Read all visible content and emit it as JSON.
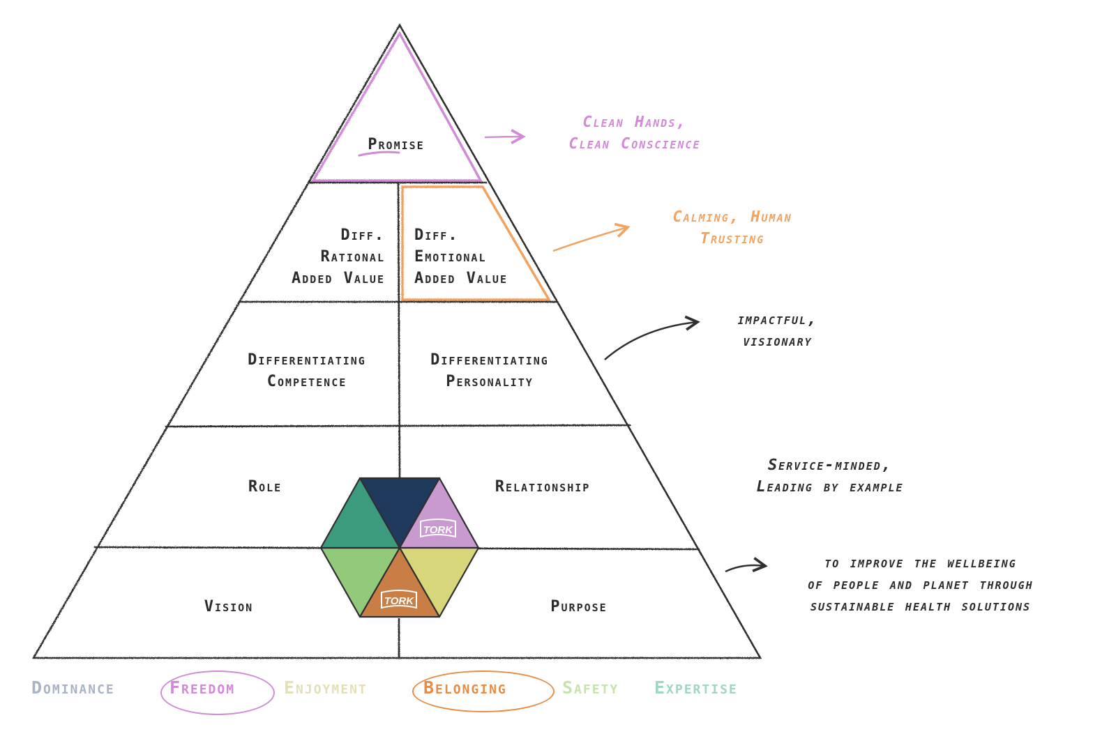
{
  "colors": {
    "line": "#2f2f2f",
    "promise": "#d08ad6",
    "emotional": "#f2a261",
    "dominance": "#a9b3c4",
    "freedom": "#d08ad6",
    "enjoyment": "#ece9c8",
    "belonging": "#e78c46",
    "safety": "#cfe6b4",
    "expertise": "#a9d9cd",
    "hex_navy": "#1f3a5c",
    "hex_pink": "#c99ad0",
    "hex_teal": "#3c9a7e",
    "hex_green": "#92c97a",
    "hex_yellow": "#d8d67a",
    "hex_orange": "#c97e45"
  },
  "pyramid": {
    "promise": "Promise",
    "rational": [
      "Diff.",
      "Rational",
      "Added Value"
    ],
    "emotional": [
      "Diff.",
      "Emotional",
      "Added Value"
    ],
    "competence": [
      "Differentiating",
      "Competence"
    ],
    "personality": [
      "Differentiating",
      "Personality"
    ],
    "role": "Role",
    "relationship": "Relationship",
    "vision": "Vision",
    "purpose": "Purpose"
  },
  "logo": {
    "top": "TORK",
    "bottom": "TORK"
  },
  "annotations": {
    "promise": [
      "Clean Hands,",
      "Clean Conscience"
    ],
    "emotional": [
      "Calming, Human",
      "Trusting"
    ],
    "personality": [
      "impactful,",
      "visionary"
    ],
    "relationship": [
      "Service-minded,",
      "Leading by example"
    ],
    "purpose": [
      "to improve the wellbeing",
      "of people and planet through",
      "sustainable health solutions"
    ]
  },
  "legend": {
    "dominance": "Dominance",
    "freedom": "Freedom",
    "enjoyment": "Enjoyment",
    "belonging": "Belonging",
    "safety": "Safety",
    "expertise": "Expertise"
  }
}
